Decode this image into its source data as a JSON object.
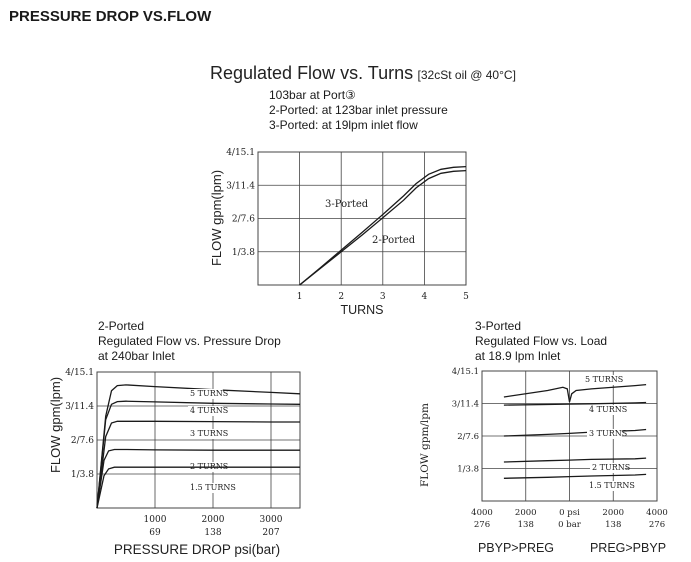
{
  "page_title": "PRESSURE DROP VS.FLOW",
  "colors": {
    "line": "#1a1a1a",
    "grid": "#444444",
    "text": "#222222"
  },
  "chart_data": [
    {
      "id": "turns",
      "type": "line",
      "title": "Regulated Flow vs. Turns",
      "title_note": "[32cSt oil @ 40°C]",
      "notes": [
        "103bar at Port③",
        "2-Ported: at 123bar inlet pressure",
        "3-Ported: at 19lpm inlet flow"
      ],
      "xlabel": "TURNS",
      "ylabel": "FLOW gpm(lpm)",
      "xlim": [
        0,
        5
      ],
      "ylim": [
        0,
        4
      ],
      "xticks": [
        1,
        2,
        3,
        4,
        5
      ],
      "yticks": [
        {
          "value": 1,
          "label": "1/3.8"
        },
        {
          "value": 2,
          "label": "2/7.6"
        },
        {
          "value": 3,
          "label": "3/11.4"
        },
        {
          "value": 4,
          "label": "4/15.1"
        }
      ],
      "grid": true,
      "series": [
        {
          "name": "3-Ported",
          "x": [
            1,
            1.5,
            2,
            2.5,
            3,
            3.5,
            3.8,
            4.1,
            4.4,
            4.7,
            5
          ],
          "y": [
            0,
            0.52,
            1.05,
            1.58,
            2.12,
            2.68,
            3.05,
            3.33,
            3.48,
            3.54,
            3.56
          ]
        },
        {
          "name": "2-Ported",
          "x": [
            1,
            1.5,
            2,
            2.5,
            3,
            3.5,
            3.8,
            4.1,
            4.4,
            4.7,
            5
          ],
          "y": [
            0,
            0.5,
            1.0,
            1.5,
            2.02,
            2.55,
            2.92,
            3.2,
            3.36,
            3.42,
            3.44
          ]
        }
      ]
    },
    {
      "id": "pressure",
      "type": "line",
      "header": [
        "2-Ported",
        "Regulated Flow vs. Pressure Drop",
        "at 240bar Inlet"
      ],
      "xlabel": "PRESSURE  DROP psi(bar)",
      "ylabel": "FLOW   gpm(lpm)",
      "xlim": [
        0,
        3500
      ],
      "ylim": [
        0,
        4
      ],
      "xticks": [
        {
          "value": 1000,
          "label": "1000",
          "sub": "69"
        },
        {
          "value": 2000,
          "label": "2000",
          "sub": "138"
        },
        {
          "value": 3000,
          "label": "3000",
          "sub": "207"
        }
      ],
      "yticks": [
        {
          "value": 1,
          "label": "1/3.8"
        },
        {
          "value": 2,
          "label": "2/7.6"
        },
        {
          "value": 3,
          "label": "3/11.4"
        },
        {
          "value": 4,
          "label": "4/15.1"
        }
      ],
      "grid": true,
      "series": [
        {
          "name": "5 TURNS",
          "x": [
            0,
            150,
            250,
            350,
            500,
            1000,
            2000,
            3000,
            3500
          ],
          "y": [
            0,
            2.7,
            3.45,
            3.6,
            3.62,
            3.57,
            3.48,
            3.4,
            3.36
          ]
        },
        {
          "name": "4 TURNS",
          "x": [
            0,
            150,
            250,
            350,
            500,
            1000,
            2000,
            3000,
            3500
          ],
          "y": [
            0,
            2.6,
            3.05,
            3.13,
            3.14,
            3.12,
            3.08,
            3.06,
            3.05
          ]
        },
        {
          "name": "3 TURNS",
          "x": [
            0,
            150,
            250,
            350,
            500,
            1000,
            2000,
            3000,
            3500
          ],
          "y": [
            0,
            2.1,
            2.5,
            2.55,
            2.55,
            2.55,
            2.54,
            2.53,
            2.53
          ]
        },
        {
          "name": "2 TURNS",
          "x": [
            0,
            120,
            200,
            300,
            500,
            1000,
            2000,
            3000,
            3500
          ],
          "y": [
            0,
            1.4,
            1.68,
            1.72,
            1.72,
            1.71,
            1.7,
            1.7,
            1.7
          ]
        },
        {
          "name": "1.5 TURNS",
          "x": [
            0,
            120,
            200,
            300,
            500,
            1000,
            2000,
            3000,
            3500
          ],
          "y": [
            0,
            0.95,
            1.15,
            1.2,
            1.2,
            1.2,
            1.2,
            1.2,
            1.2
          ]
        }
      ]
    },
    {
      "id": "load",
      "type": "line",
      "header": [
        "3-Ported",
        "Regulated Flow vs. Load",
        "at 18.9 lpm Inlet"
      ],
      "ylabel": "FLOW gpm/lpm",
      "xlim": [
        -4000,
        4000
      ],
      "ylim": [
        0,
        4
      ],
      "xticks": [
        {
          "value": -4000,
          "label": "4000",
          "sub": "276"
        },
        {
          "value": -2000,
          "label": "2000",
          "sub": "138"
        },
        {
          "value": 0,
          "label": "0 psi",
          "sub": "0 bar"
        },
        {
          "value": 2000,
          "label": "2000",
          "sub": "138"
        },
        {
          "value": 4000,
          "label": "4000",
          "sub": "276"
        }
      ],
      "yticks": [
        {
          "value": 1,
          "label": "1/3.8"
        },
        {
          "value": 2,
          "label": "2/7.6"
        },
        {
          "value": 3,
          "label": "3/11.4"
        },
        {
          "value": 4,
          "label": "4/15.1"
        }
      ],
      "xlabel_left": "PBYP>PREG",
      "xlabel_right": "PREG>PBYP",
      "grid": true,
      "series": [
        {
          "name": "5 TURNS",
          "x": [
            -3000,
            -1000,
            -300,
            -100,
            0,
            100,
            300,
            1000,
            3000,
            3500
          ],
          "y": [
            3.2,
            3.4,
            3.5,
            3.45,
            3.05,
            3.3,
            3.4,
            3.45,
            3.55,
            3.58
          ]
        },
        {
          "name": "4 TURNS",
          "x": [
            -3000,
            -1000,
            0,
            1000,
            3000,
            3500
          ],
          "y": [
            2.95,
            2.97,
            2.98,
            2.99,
            3.02,
            3.03
          ]
        },
        {
          "name": "3 TURNS",
          "x": [
            -3000,
            -1000,
            0,
            1000,
            3000,
            3500
          ],
          "y": [
            2.0,
            2.05,
            2.08,
            2.12,
            2.17,
            2.2
          ]
        },
        {
          "name": "2 TURNS",
          "x": [
            -3000,
            -1000,
            0,
            1000,
            3000,
            3500
          ],
          "y": [
            1.2,
            1.24,
            1.26,
            1.28,
            1.3,
            1.32
          ]
        },
        {
          "name": "1.5 TURNS",
          "x": [
            -3000,
            -1000,
            0,
            1000,
            3000,
            3500
          ],
          "y": [
            0.7,
            0.73,
            0.75,
            0.77,
            0.8,
            0.82
          ]
        }
      ]
    }
  ]
}
